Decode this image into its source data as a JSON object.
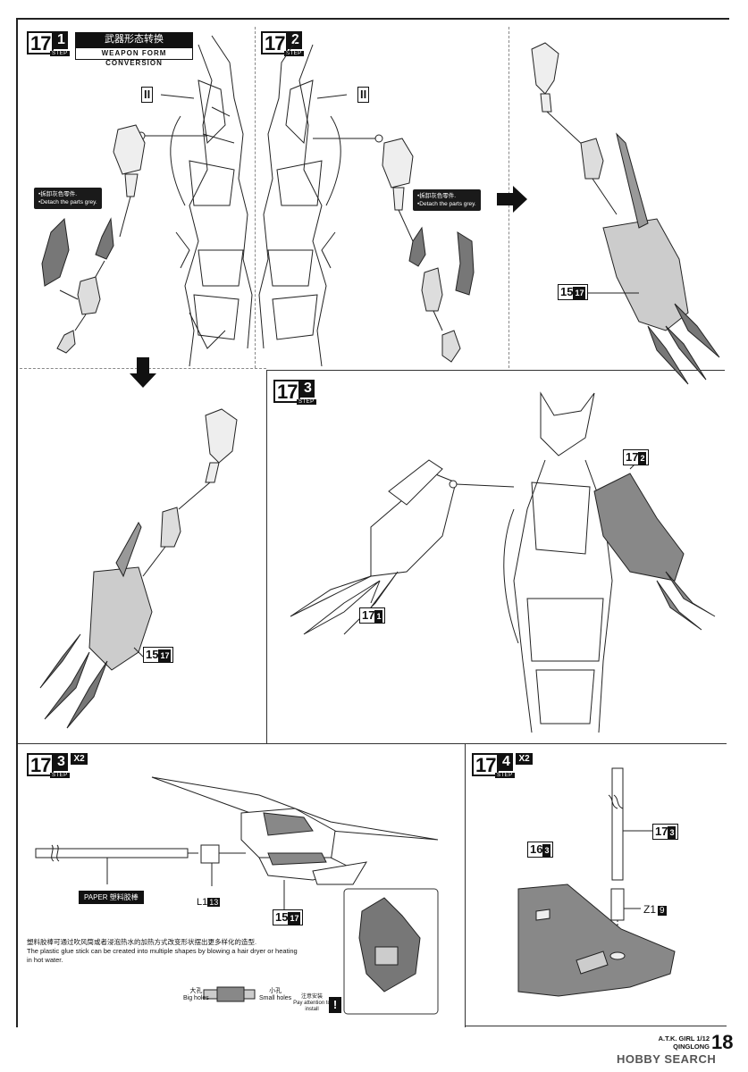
{
  "step_1": {
    "num": "17",
    "sub": "1",
    "tag": "STEP"
  },
  "title": {
    "cn": "武器形态转换",
    "en": "WEAPON FORM CONVERSION"
  },
  "step_2": {
    "num": "17",
    "sub": "2",
    "tag": "STEP"
  },
  "step_3": {
    "num": "17",
    "sub": "3",
    "tag": "STEP"
  },
  "step_3b": {
    "num": "17",
    "sub": "3",
    "tag": "STEP",
    "mult": "X2"
  },
  "step_4": {
    "num": "17",
    "sub": "4",
    "tag": "STEP",
    "mult": "X2"
  },
  "ref_II_a": "II",
  "ref_II_b": "II",
  "note_a": {
    "cn": "•拆卸灰色零件.",
    "en": "•Detach the parts grey."
  },
  "note_b": {
    "cn": "•拆卸灰色零件.",
    "en": "•Detach the parts grey."
  },
  "ref_15_17_a": {
    "num": "15",
    "sub": "17"
  },
  "ref_15_17_b": {
    "num": "15",
    "sub": "17"
  },
  "ref_15_17_c": {
    "num": "15",
    "sub": "17"
  },
  "ref_17_2": {
    "num": "17",
    "sub": "2"
  },
  "ref_17_1": {
    "num": "17",
    "sub": "1"
  },
  "ref_17_3": {
    "num": "17",
    "sub": "3"
  },
  "ref_16_3": {
    "num": "16",
    "sub": "3"
  },
  "paper_label": "PAPER 塑料胶棒",
  "part_L1": {
    "letter": "L1",
    "num": "13"
  },
  "part_Z1": {
    "letter": "Z1",
    "num": "9"
  },
  "glue_note": {
    "cn": "塑料胶棒可通过吹风筒或者浸泡热水的加热方式改变形状摆出更多样化的造型.",
    "en": "The plastic glue stick can be created into multiple shapes by blowing a hair dryer or heating in hot water."
  },
  "holes": {
    "big_cn": "大孔",
    "big_en": "Big holes",
    "small_cn": "小孔",
    "small_en": "Small holes"
  },
  "attention": {
    "cn": "注意安装",
    "en": "Pay attention to install",
    "mark": "!"
  },
  "footer": {
    "line1": "A.T.K. GIRL 1/12",
    "line2": "QINGLONG",
    "page": "18"
  },
  "watermark": "HOBBY SEARCH"
}
